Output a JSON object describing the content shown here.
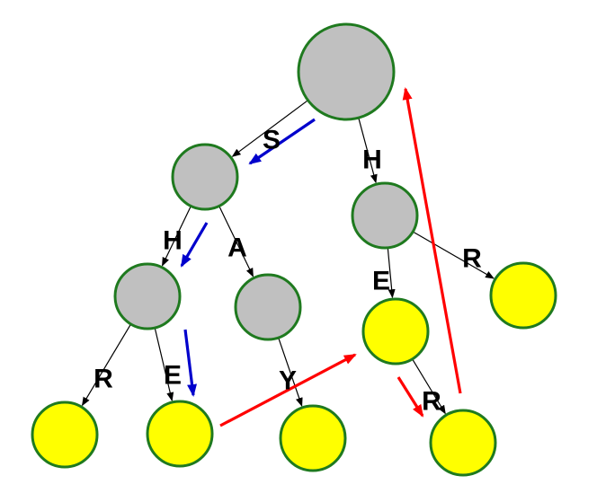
{
  "diagram": {
    "type": "trie-traversal",
    "colors": {
      "internal_node": "#c0c0c0",
      "word_node": "#ffff00",
      "node_border": "#1f7a1f",
      "edge": "#000000",
      "descent_arrow": "#0000cc",
      "jump_arrow": "#ff0000"
    },
    "nodes": [
      {
        "id": "root",
        "kind": "internal"
      },
      {
        "id": "s",
        "kind": "internal"
      },
      {
        "id": "h",
        "kind": "internal"
      },
      {
        "id": "sh",
        "kind": "internal"
      },
      {
        "id": "sa",
        "kind": "internal"
      },
      {
        "id": "he",
        "kind": "word"
      },
      {
        "id": "hr",
        "kind": "word"
      },
      {
        "id": "shr",
        "kind": "word"
      },
      {
        "id": "she",
        "kind": "word"
      },
      {
        "id": "say",
        "kind": "word"
      },
      {
        "id": "her",
        "kind": "word"
      }
    ],
    "edges": [
      {
        "from": "root",
        "to": "s",
        "label": "S"
      },
      {
        "from": "root",
        "to": "h",
        "label": "H"
      },
      {
        "from": "s",
        "to": "sh",
        "label": "H"
      },
      {
        "from": "s",
        "to": "sa",
        "label": "A"
      },
      {
        "from": "h",
        "to": "he",
        "label": "E"
      },
      {
        "from": "h",
        "to": "hr",
        "label": "R"
      },
      {
        "from": "sh",
        "to": "shr",
        "label": "R"
      },
      {
        "from": "sh",
        "to": "she",
        "label": "E"
      },
      {
        "from": "sa",
        "to": "say",
        "label": "Y"
      },
      {
        "from": "he",
        "to": "her",
        "label": "R"
      }
    ],
    "traversal": [
      {
        "id": "t1",
        "color": "blue",
        "from": "root",
        "to": "s"
      },
      {
        "id": "t2",
        "color": "blue",
        "from": "s",
        "to": "sh"
      },
      {
        "id": "t3",
        "color": "blue",
        "from": "sh",
        "to": "she"
      },
      {
        "id": "t4",
        "color": "red",
        "from": "she",
        "to": "he"
      },
      {
        "id": "t5",
        "color": "red",
        "from": "he",
        "to": "her"
      },
      {
        "id": "t6",
        "color": "red",
        "from": "her",
        "to": "root"
      }
    ]
  }
}
